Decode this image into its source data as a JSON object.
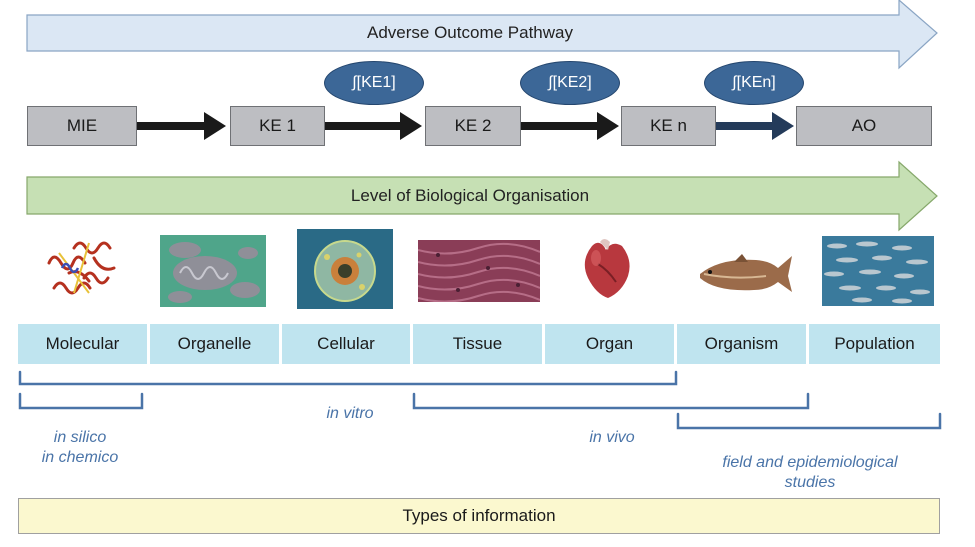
{
  "pathway": {
    "title": "Adverse Outcome Pathway",
    "nodes": [
      "MIE",
      "KE 1",
      "KE 2",
      "KE n",
      "AO"
    ],
    "relationships": [
      "∫[KE1]",
      "∫[KE2]",
      "∫[KEn]"
    ]
  },
  "organisation": {
    "title": "Level of Biological Organisation",
    "levels": [
      "Molecular",
      "Organelle",
      "Cellular",
      "Tissue",
      "Organ",
      "Organism",
      "Population"
    ]
  },
  "information": {
    "in_silico": "in silico",
    "in_chemico": "in chemico",
    "in_vitro": "in vitro",
    "in_vivo": "in vivo",
    "field_line1": "field and epidemiological",
    "field_line2": "studies",
    "types_label": "Types of information"
  },
  "colors": {
    "pathway_arrow": "#dbe7f4",
    "organisation_arrow": "#c6e0b4",
    "node_fill": "#bdbec2",
    "relationship_fill": "#3c6797",
    "level_fill": "#bfe4ef",
    "bracket": "#4a74a8",
    "types_fill": "#fbf8cf"
  },
  "icons": [
    "protein-structure-icon",
    "mitochondria-icon",
    "cell-icon",
    "tissue-icon",
    "heart-icon",
    "fish-icon",
    "fish-school-icon"
  ]
}
